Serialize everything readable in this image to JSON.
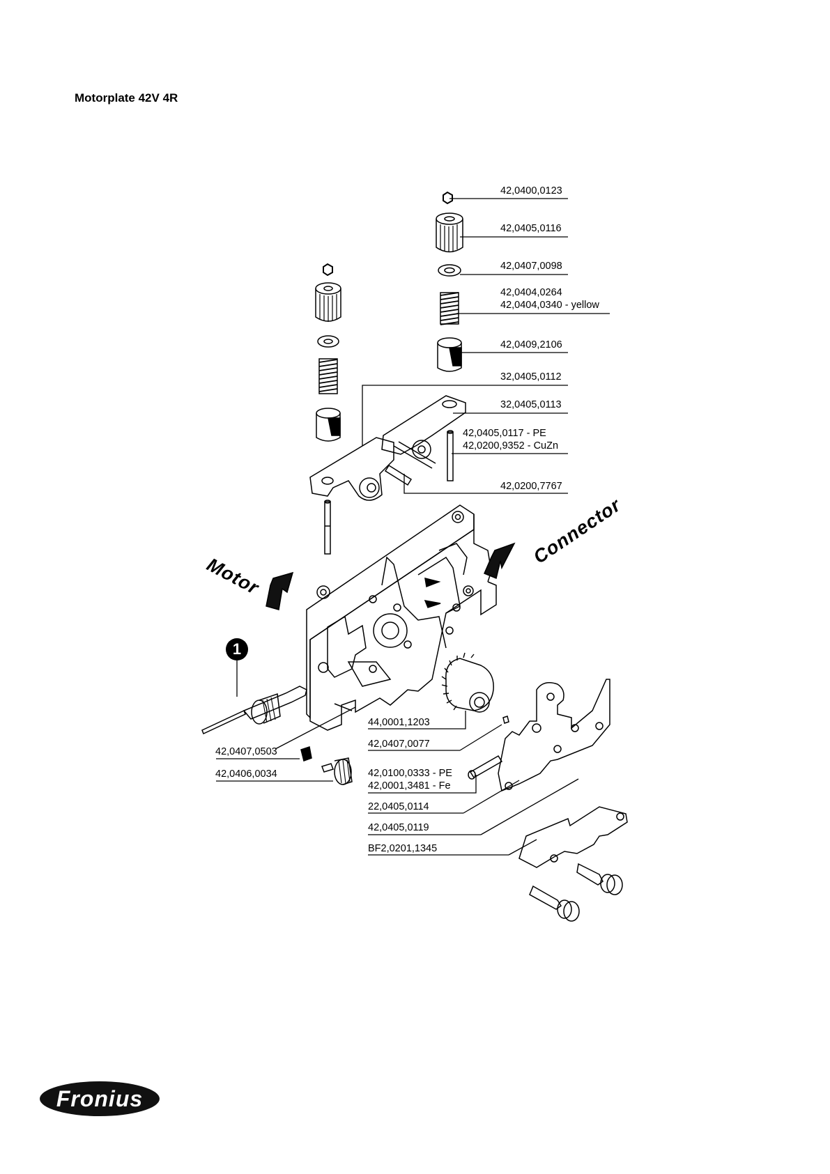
{
  "title": "Motorplate 42V 4R",
  "callouts": {
    "motor": "Motor",
    "connector": "Connector",
    "badge": "1"
  },
  "parts_right": [
    "42,0400,0123",
    "42,0405,0116",
    "42,0407,0098",
    "42,0404,0264",
    "42,0404,0340 - yellow",
    "42,0409,2106",
    "32,0405,0112",
    "32,0405,0113",
    "42,0405,0117 - PE",
    "42,0200,9352 - CuZn",
    "42,0200,7767"
  ],
  "parts_left": [
    "42,0407,0503",
    "42,0406,0034"
  ],
  "parts_bottom": [
    "44,0001,1203",
    "42,0407,0077",
    "42,0100,0333 - PE",
    "42,0001,3481 - Fe",
    "22,0405,0114",
    "42,0405,0119",
    "BF2,0201,1345"
  ],
  "logo": {
    "text": "Fronius",
    "bg_color": "#111111",
    "fg_color": "#ffffff"
  }
}
